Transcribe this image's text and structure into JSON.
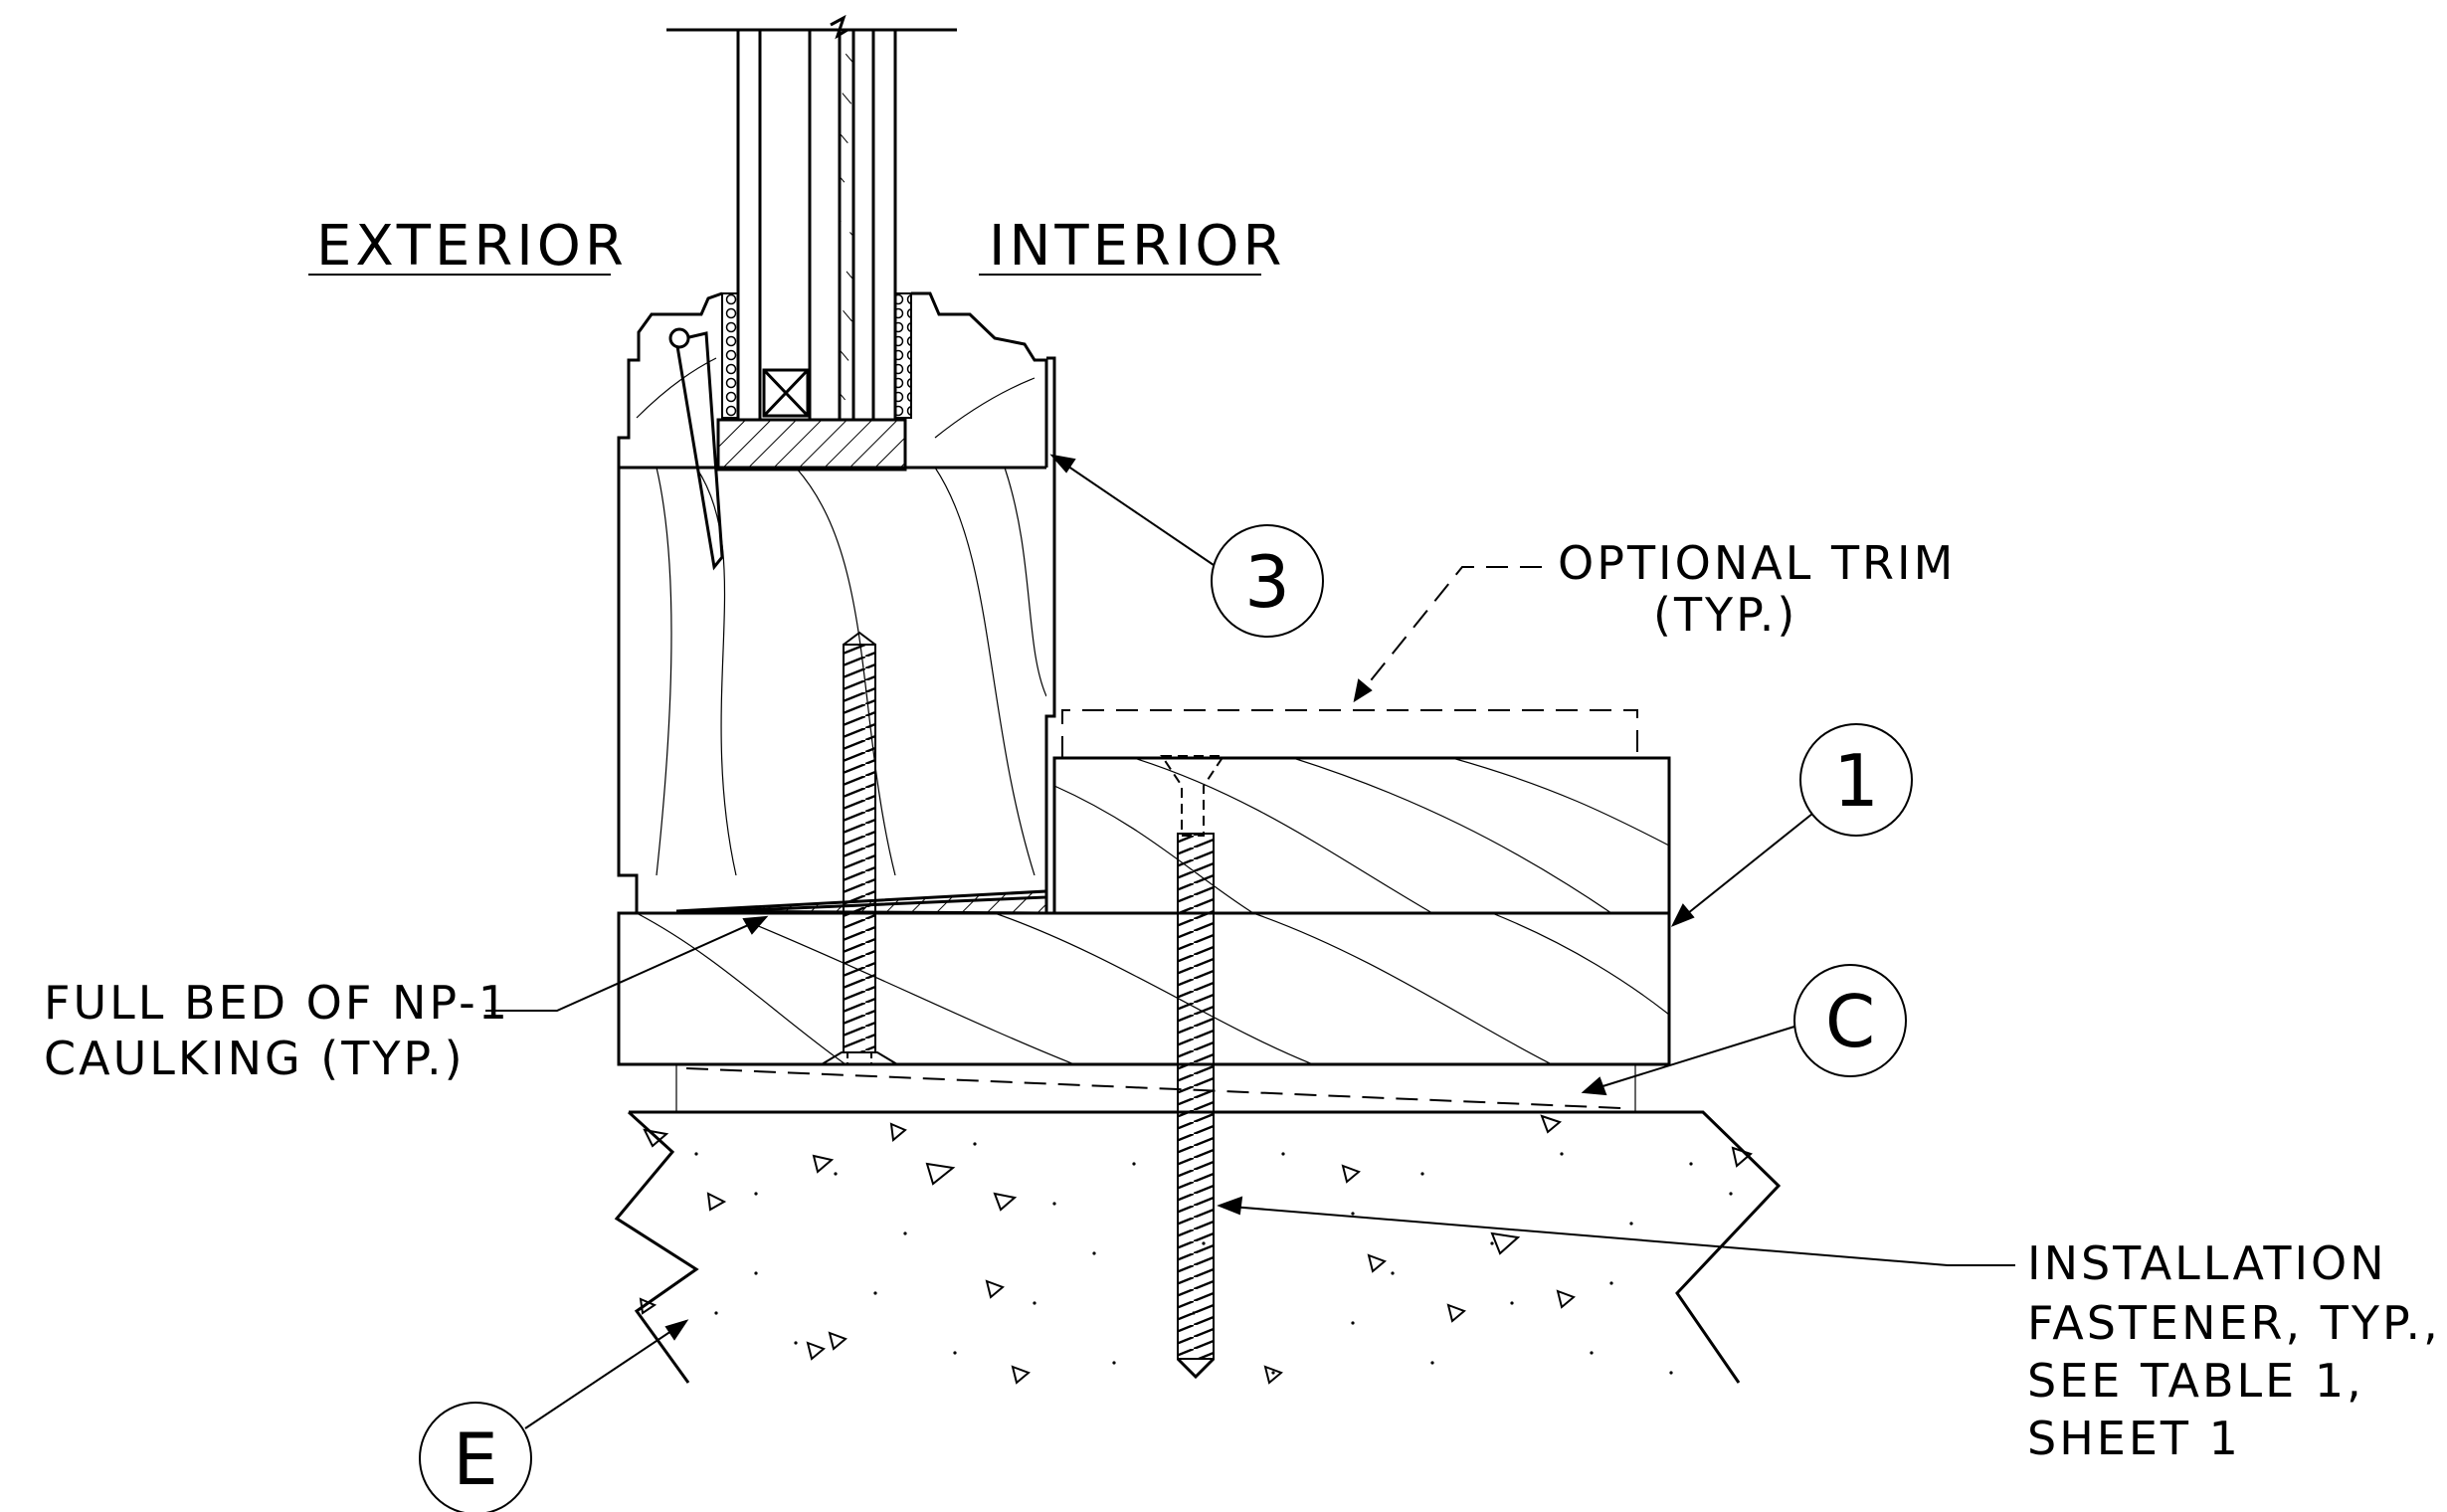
{
  "labels": {
    "exterior": "EXTERIOR",
    "interior": "INTERIOR",
    "optional_trim_line1": "OPTIONAL TRIM",
    "optional_trim_line2": "(TYP.)",
    "caulk_line1": "FULL BED OF NP-1",
    "caulk_line2": "CAULKING (TYP.)",
    "fastener_line1": "INSTALLATION",
    "fastener_line2": "FASTENER, TYP.,",
    "fastener_line3": "SEE TABLE 1,",
    "fastener_line4": "SHEET 1"
  },
  "bubbles": {
    "sash": "3",
    "sill": "1",
    "shim": "C",
    "substrate": "E"
  }
}
